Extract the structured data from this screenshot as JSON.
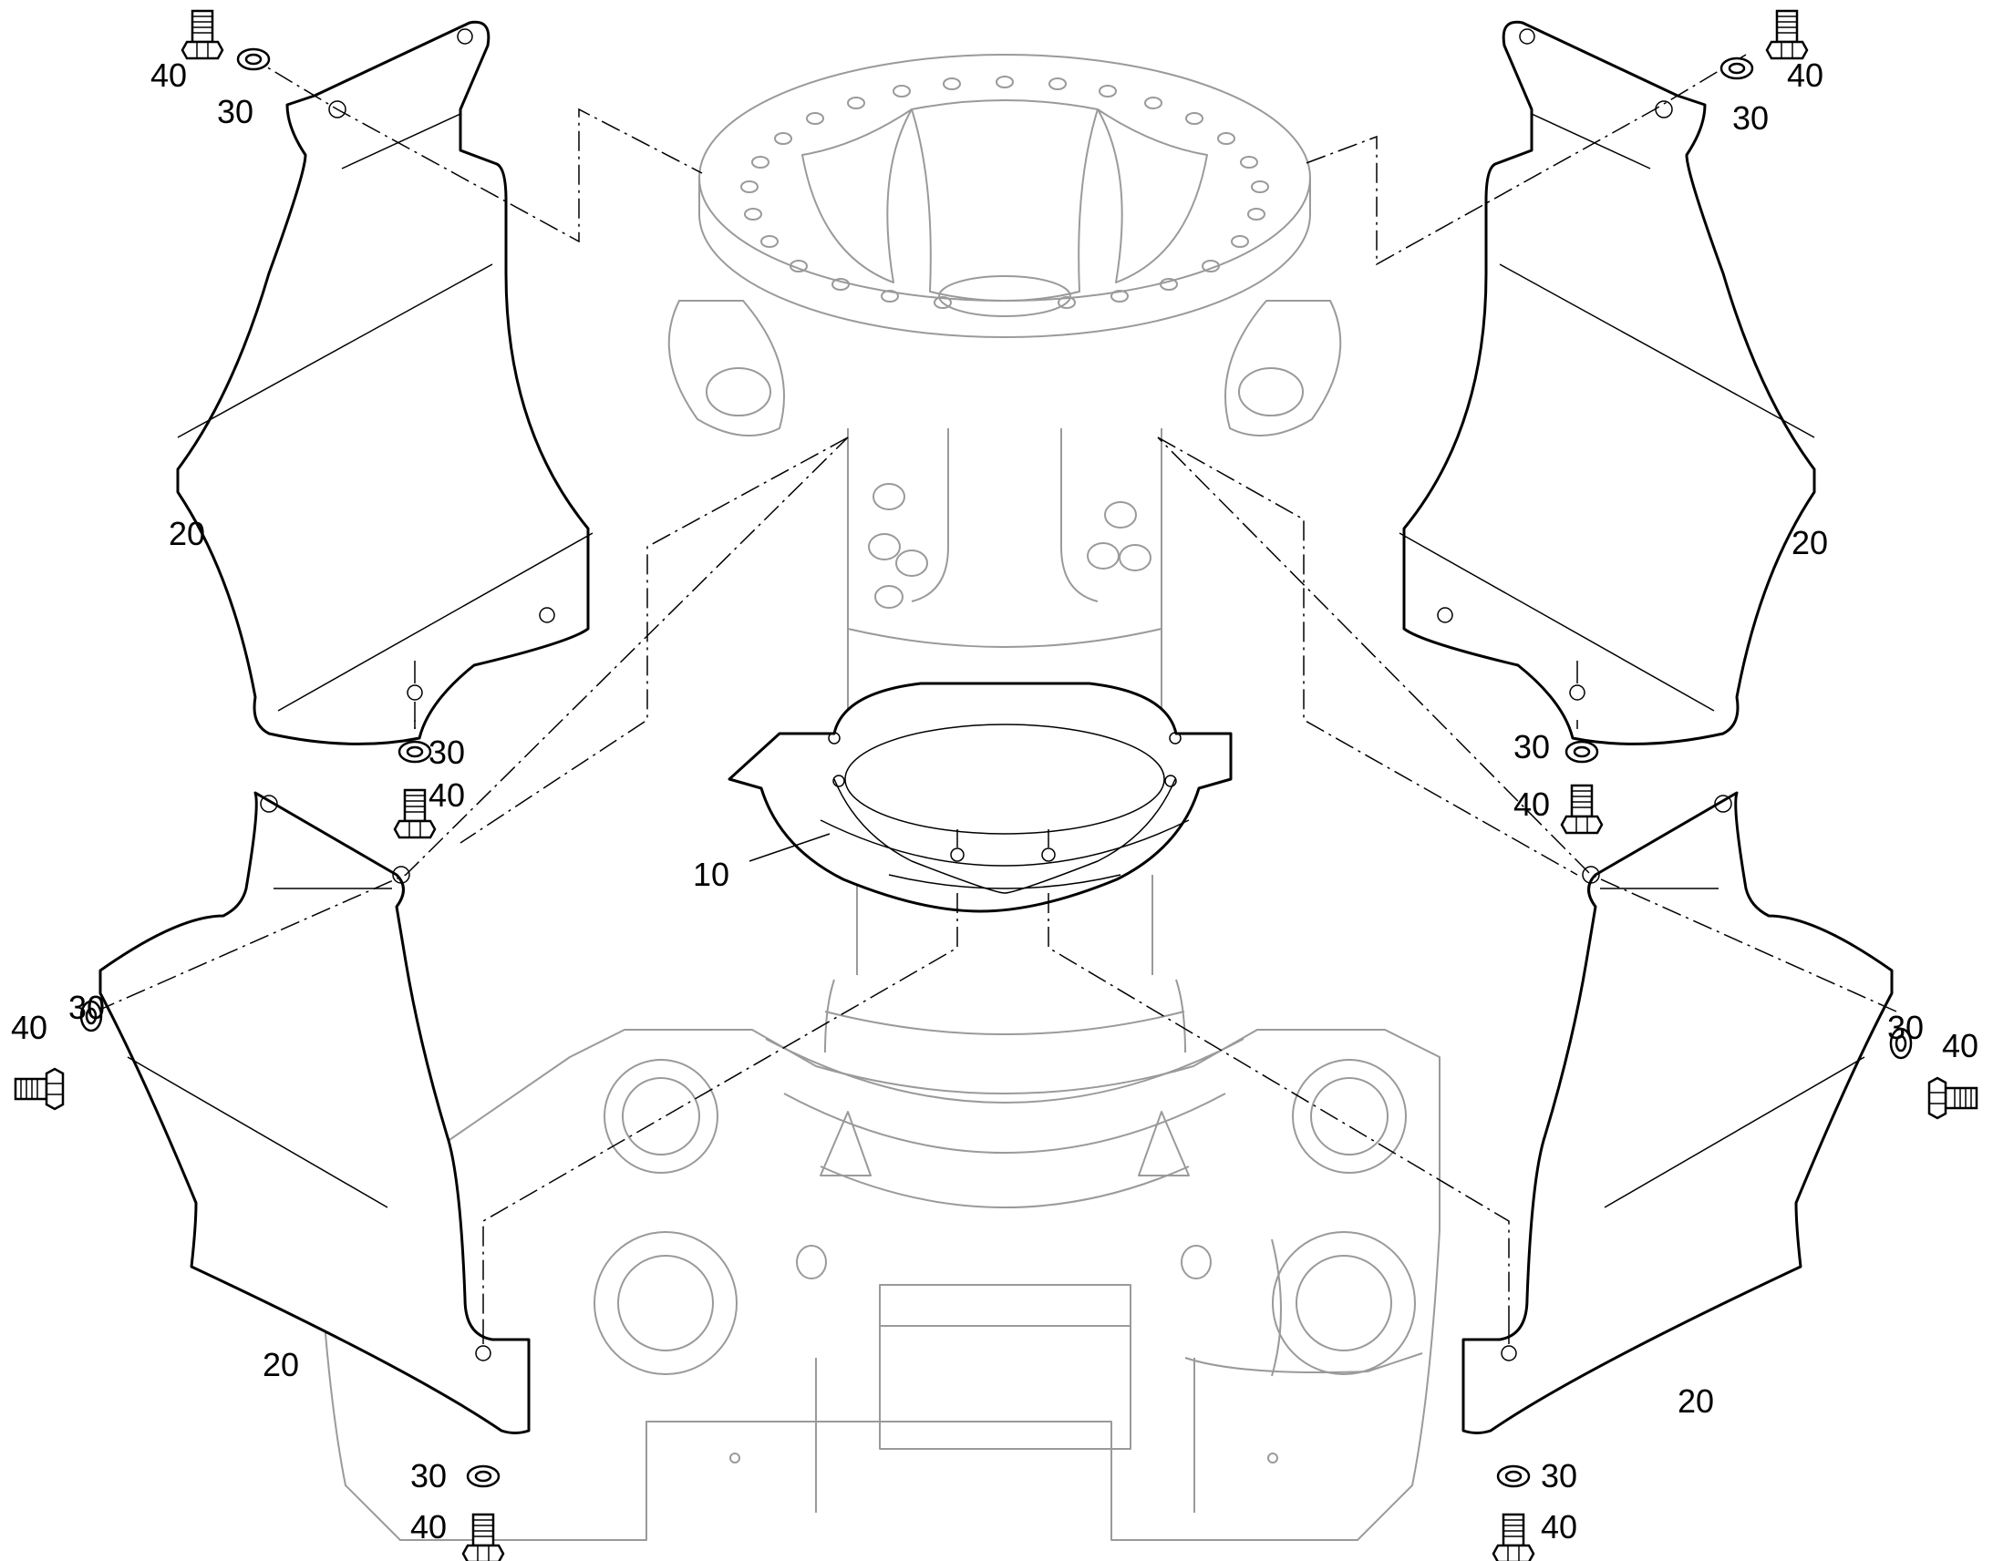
{
  "callouts": {
    "hub_clamp": "10",
    "guard_top_left": "20",
    "guard_top_right": "20",
    "guard_bottom_left": "20",
    "guard_bottom_right": "20",
    "washer_tl_a": "30",
    "washer_tl_b": "30",
    "washer_tr_a": "30",
    "washer_tr_b": "30",
    "washer_bl_a": "30",
    "washer_bl_b": "30",
    "washer_br_a": "30",
    "washer_br_b": "30",
    "bolt_tl_a": "40",
    "bolt_tl_b": "40",
    "bolt_tr_a": "40",
    "bolt_tr_b": "40",
    "bolt_bl_a": "40",
    "bolt_bl_b": "40",
    "bolt_br_a": "40",
    "bolt_br_b": "40"
  }
}
